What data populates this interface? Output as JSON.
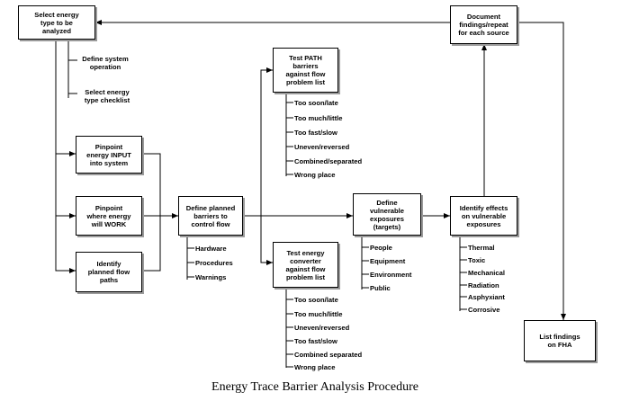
{
  "boxes": {
    "select_energy": "Select energy\ntype to be\nanalyzed",
    "document_findings": "Document\nfindings/repeat\nfor each source",
    "test_path": "Test PATH\nbarriers\nagainst flow\nproblem list",
    "pinpoint_input": "Pinpoint\nenergy INPUT\ninto system",
    "pinpoint_work": "Pinpoint\nwhere energy\nwill WORK",
    "identify_paths": "Identify\nplanned flow\npaths",
    "define_barriers": "Define planned\nbarriers to\ncontrol flow",
    "define_exposures": "Define\nvulnerable\nexposures\n(targets)",
    "identify_effects": "Identify effects\non vulnerable\nexposures",
    "test_converter": "Test energy\nconverter\nagainst flow\nproblem list",
    "list_findings": "List findings\non FHA"
  },
  "select_items": [
    "Define system\noperation",
    "Select energy\ntype checklist"
  ],
  "path_items": [
    "Too soon/late",
    "Too much/little",
    "Too fast/slow",
    "Uneven/reversed",
    "Combined/separated",
    "Wrong place"
  ],
  "barrier_items": [
    "Hardware",
    "Procedures",
    "Warnings"
  ],
  "exposure_items": [
    "People",
    "Equipment",
    "Environment",
    "Public"
  ],
  "effect_items": [
    "Thermal",
    "Toxic",
    "Mechanical",
    "Radiation",
    "Asphyxiant",
    "Corrosive"
  ],
  "converter_items": [
    "Too soon/late",
    "Too much/little",
    "Uneven/reversed",
    "Too fast/slow",
    "Combined separated",
    "Wrong place"
  ],
  "caption": "Energy Trace Barrier Analysis Procedure"
}
